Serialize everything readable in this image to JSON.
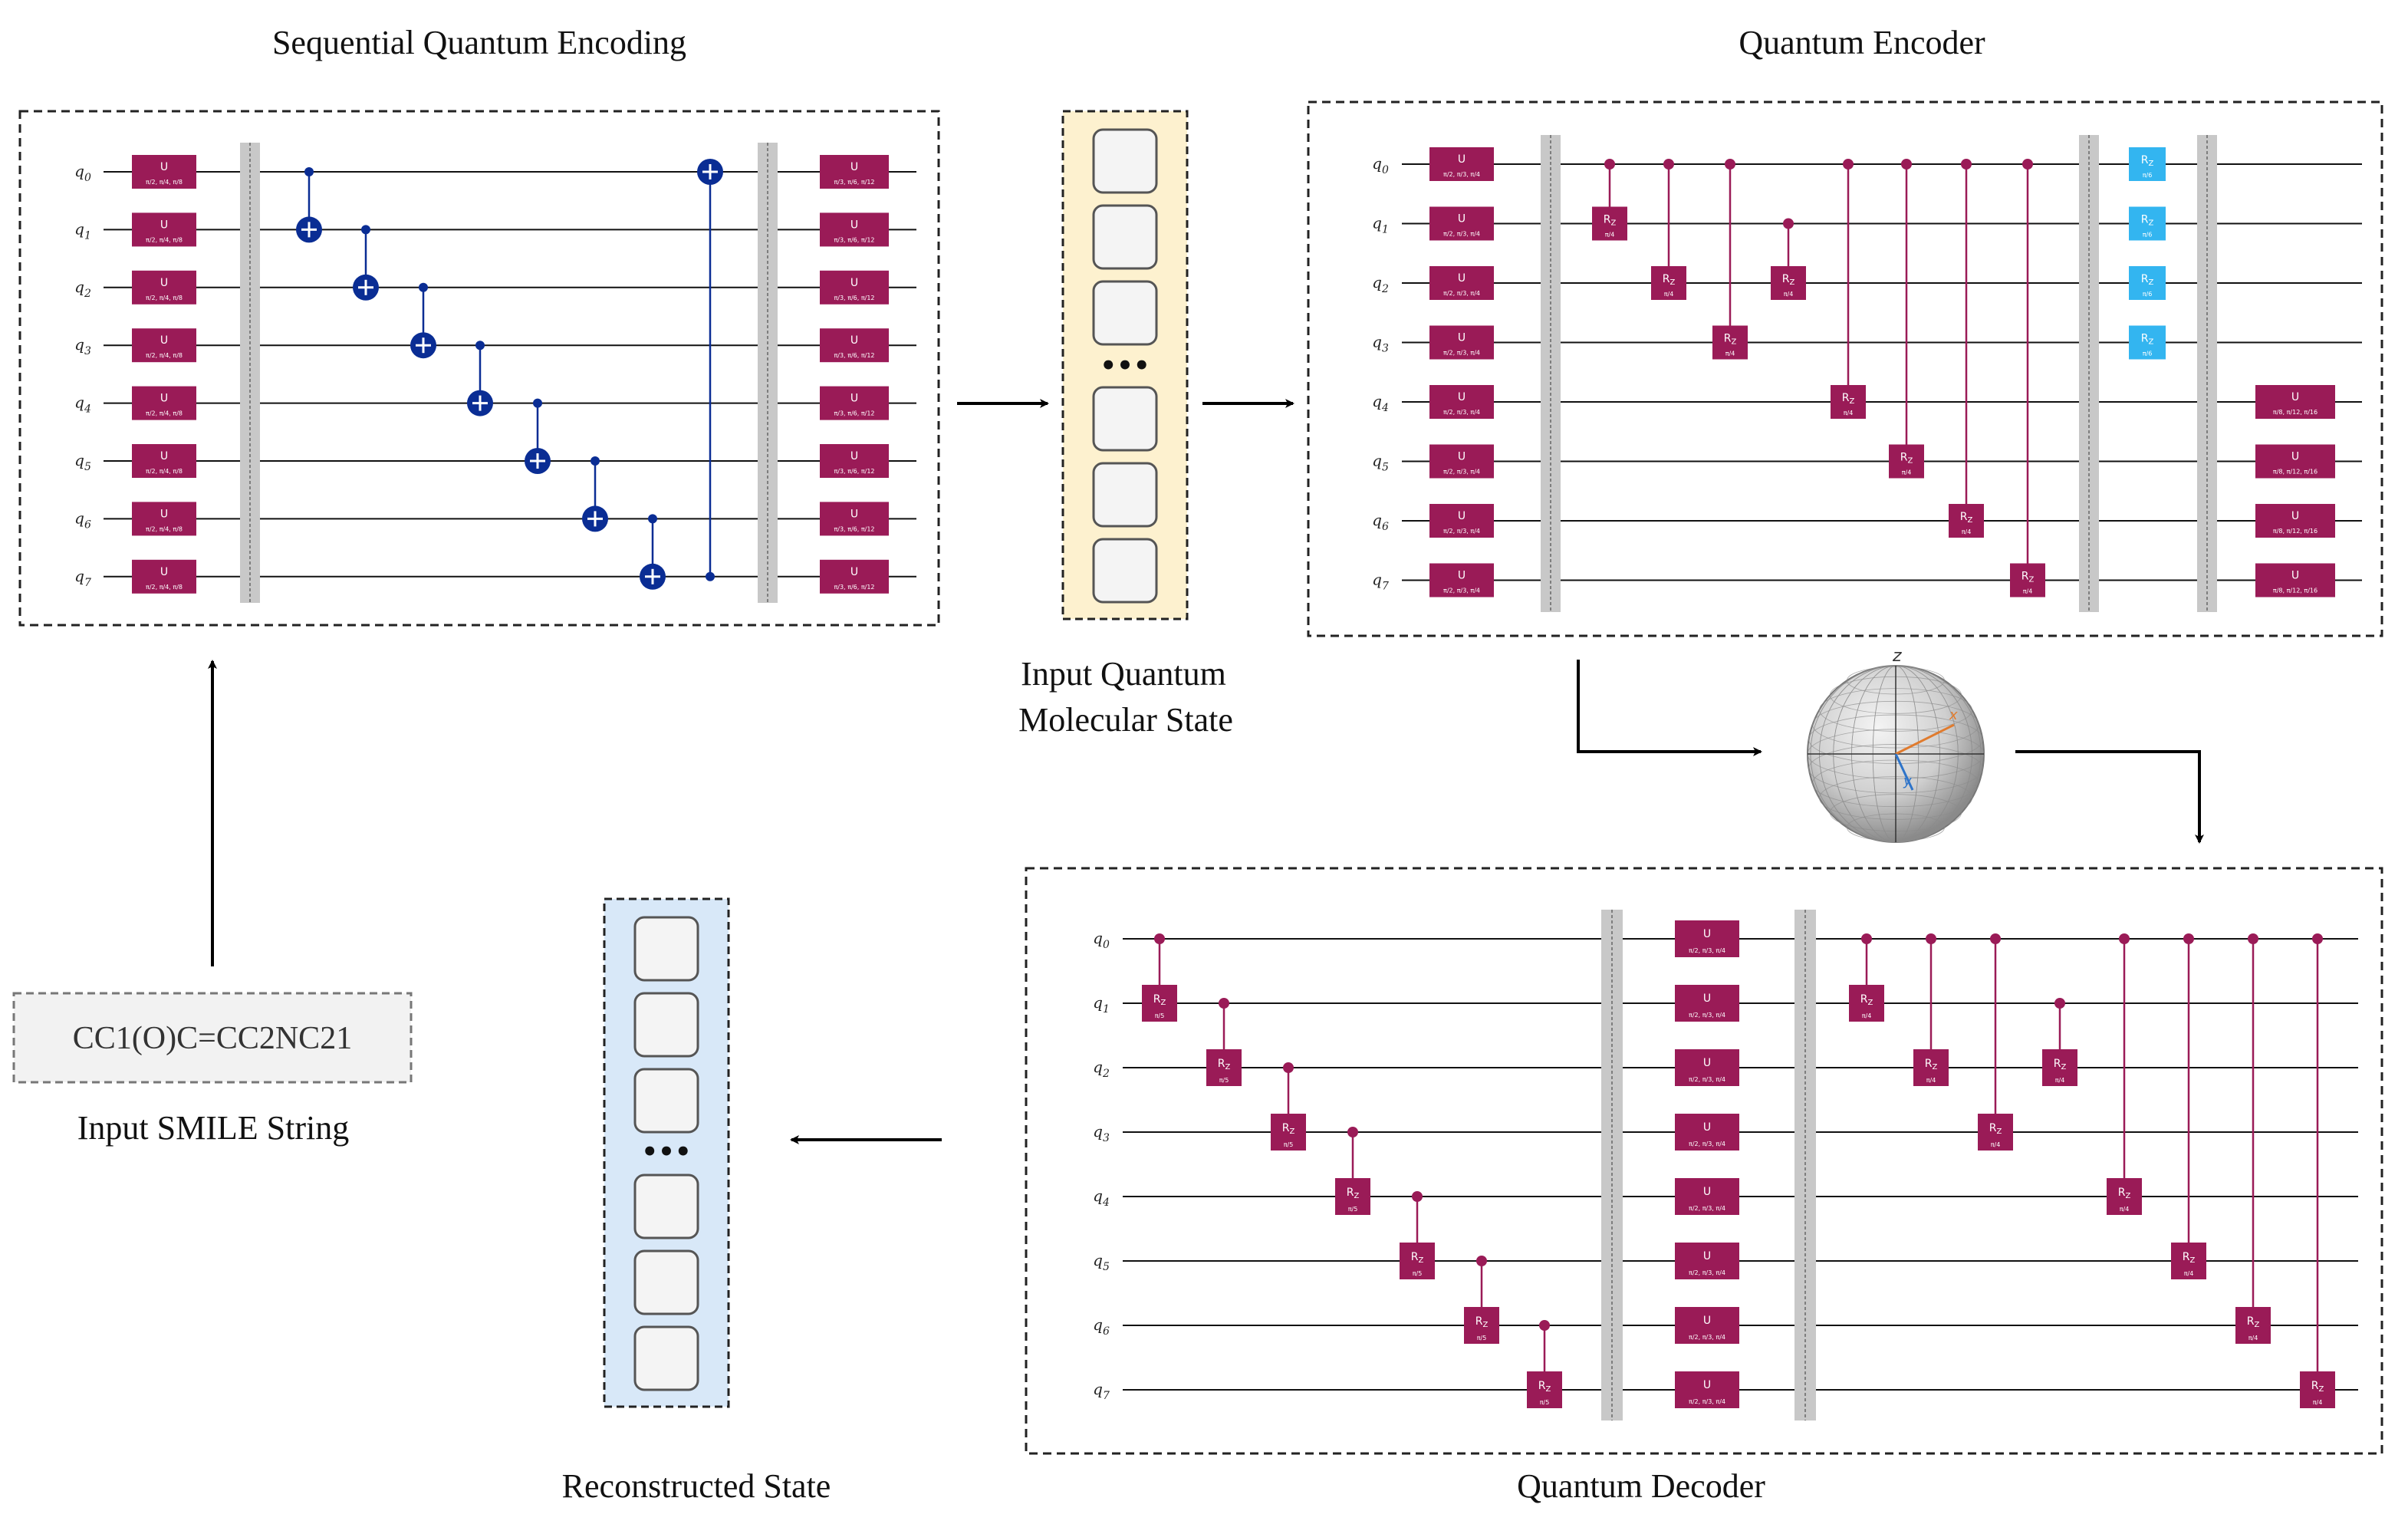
{
  "titles": {
    "encoding": "Sequential Quantum Encoding",
    "encoder": "Quantum Encoder",
    "decoder": "Quantum Decoder",
    "input_state": [
      "Input Quantum",
      "Molecular State"
    ],
    "reconstructed": "Reconstructed State",
    "smile_label": "Input SMILE String"
  },
  "smile_string": "CC1(O)C=CC2NC21",
  "qubit_labels": [
    "q0",
    "q1",
    "q2",
    "q3",
    "q4",
    "q5",
    "q6",
    "q7"
  ],
  "state_vector_ellipsis": "•••",
  "gates": {
    "u_label": "U",
    "rz_label": "R",
    "rz_sub": "Z"
  },
  "sequential_encoding": {
    "u_pre_params": [
      "π/2, π/4, π/8",
      "π/2, π/4, π/8",
      "π/2, π/4, π/8",
      "π/2, π/4, π/8",
      "π/2, π/4, π/8",
      "π/2, π/4, π/8",
      "π/2, π/4, π/8",
      "π/2, π/4, π/8"
    ],
    "u_post_params": [
      "π/3, π/6, π/12",
      "π/3, π/6, π/12",
      "π/3, π/6, π/12",
      "π/3, π/6, π/12",
      "π/3, π/6, π/12",
      "π/3, π/6, π/12",
      "π/3, π/6, π/12",
      "π/3, π/6, π/12"
    ],
    "cnots": [
      [
        0,
        1
      ],
      [
        1,
        2
      ],
      [
        2,
        3
      ],
      [
        3,
        4
      ],
      [
        4,
        5
      ],
      [
        5,
        6
      ],
      [
        6,
        7
      ],
      [
        7,
        0
      ]
    ]
  },
  "encoder": {
    "u_params": [
      "π/2, π/3, π/4",
      "π/2, π/3, π/4",
      "π/2, π/3, π/4",
      "π/2, π/3, π/4",
      "π/2, π/3, π/4",
      "π/2, π/3, π/4",
      "π/2, π/3, π/4",
      "π/2, π/3, π/4"
    ],
    "crz": [
      [
        0,
        1
      ],
      [
        0,
        2
      ],
      [
        0,
        3
      ],
      [
        1,
        2
      ],
      [
        0,
        4
      ],
      [
        0,
        5
      ],
      [
        0,
        6
      ],
      [
        0,
        7
      ]
    ],
    "crz_param": "π/4",
    "latent_rz_param": "π/6",
    "latent_qubits": [
      0,
      1,
      2,
      3
    ],
    "trash_u_params": [
      "π/8, π/12, π/16",
      "π/8, π/12, π/16",
      "π/8, π/12, π/16",
      "π/8, π/12, π/16"
    ],
    "trash_qubits": [
      4,
      5,
      6,
      7
    ]
  },
  "decoder": {
    "crz_chain": [
      [
        0,
        1
      ],
      [
        1,
        2
      ],
      [
        2,
        3
      ],
      [
        3,
        4
      ],
      [
        4,
        5
      ],
      [
        5,
        6
      ],
      [
        6,
        7
      ]
    ],
    "crz_chain_param": "π/5",
    "u_params": [
      "π/2, π/3, π/4",
      "π/2, π/3, π/4",
      "π/2, π/3, π/4",
      "π/2, π/3, π/4",
      "π/2, π/3, π/4",
      "π/2, π/3, π/4",
      "π/2, π/3, π/4",
      "π/2, π/3, π/4"
    ],
    "crz_fan": [
      [
        0,
        1
      ],
      [
        0,
        2
      ],
      [
        0,
        3
      ],
      [
        1,
        2
      ],
      [
        0,
        4
      ],
      [
        0,
        5
      ],
      [
        0,
        6
      ],
      [
        0,
        7
      ]
    ],
    "crz_fan_param": "π/4"
  },
  "bloch_axes": [
    "z",
    "x",
    "y"
  ],
  "colors": {
    "u_gate": "#9a1b57",
    "rz_gate": "#9a1b57",
    "rz_latent": "#33b5f0",
    "cnot": "#0a2d94",
    "barrier": "#c8c8c8",
    "input_state_fill": "#fdf1cf",
    "reconstructed_fill": "#d8e8f8"
  }
}
